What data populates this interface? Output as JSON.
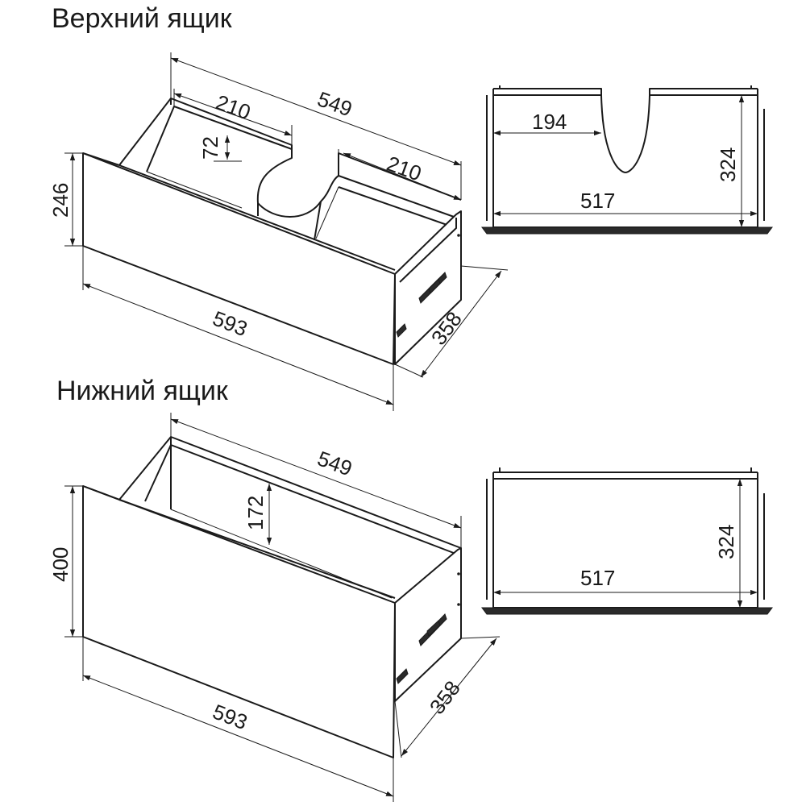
{
  "upper": {
    "title": "Верхний ящик",
    "width_549": "549",
    "left_210": "210",
    "right_210": "210",
    "depth_72": "72",
    "height_246": "246",
    "front_593": "593",
    "side_358": "358",
    "plan_194": "194",
    "plan_324": "324",
    "plan_517": "517"
  },
  "lower": {
    "title": "Нижний ящик",
    "width_549": "549",
    "depth_172": "172",
    "height_400": "400",
    "front_593": "593",
    "side_358": "358",
    "plan_324": "324",
    "plan_517": "517"
  }
}
